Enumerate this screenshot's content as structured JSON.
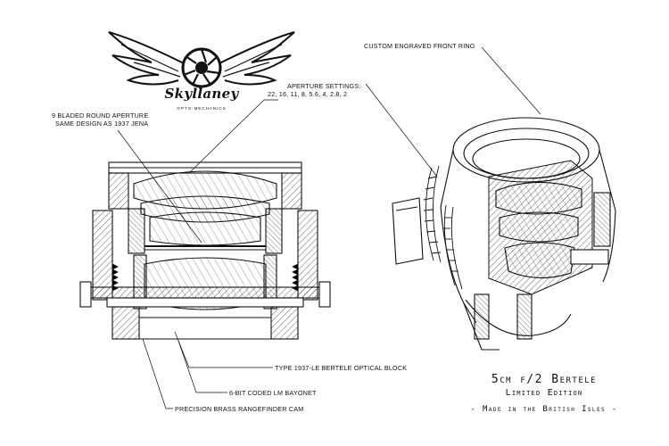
{
  "brand": {
    "name": "Skyllaney",
    "subtitle": "OPTO-MECHANICS"
  },
  "callouts": {
    "aperture_blades": [
      "9 BLADED ROUND APERTURE",
      "SAME DESIGN AS 1937 JENA"
    ],
    "aperture_settings": [
      "APERTURE SETTINGS:",
      "22, 16, 11, 8, 5.6, 4, 2.8, 2"
    ],
    "front_ring": "CUSTOM ENGRAVED FRONT RING",
    "optical_block": "TYPE 1937-LE BERTELE OPTICAL BLOCK",
    "bayonet": "6-BIT CODED LM BAYONET",
    "rangefinder_cam": "PRECISION BRASS RANGEFINDER CAM"
  },
  "title_block": {
    "line1": "5cm f/2 Bertele",
    "line2": "Limited Edition",
    "line3": "- Made in the British Isles -"
  },
  "colors": {
    "ink": "#111111",
    "background": "#ffffff",
    "hatch": "#222222"
  },
  "icons": [
    "winged-shutter-logo-icon"
  ]
}
